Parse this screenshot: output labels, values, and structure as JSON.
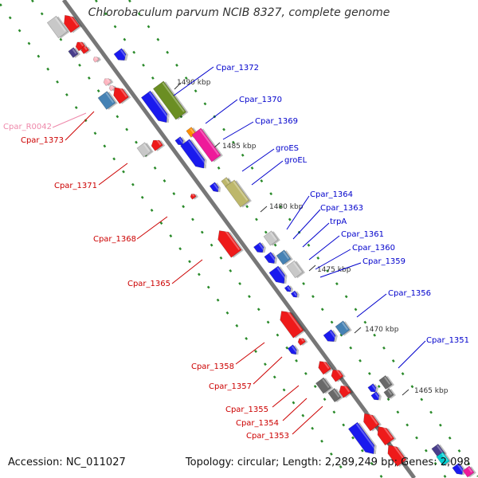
{
  "title": "Chlorobaculum parvum NCIB 8327, complete genome",
  "accession": "Accession: NC_011027",
  "summary": "Topology: circular; Length: 2,289,249 bp; Genes: 2,098",
  "scale_labels": [
    "1490 kbp",
    "1485 kbp",
    "1480 kbp",
    "1475 kbp",
    "1470 kbp",
    "1465 kbp"
  ],
  "forward_genes": [
    "Cpar_1372",
    "Cpar_1370",
    "Cpar_1369",
    "groES",
    "groEL",
    "Cpar_1364",
    "Cpar_1363",
    "trpA",
    "Cpar_1361",
    "Cpar_1360",
    "Cpar_1359",
    "Cpar_1356",
    "Cpar_1351"
  ],
  "reverse_genes": [
    "Cpar_R0042",
    "Cpar_1373",
    "Cpar_1371",
    "Cpar_1368",
    "Cpar_1365",
    "Cpar_1358",
    "Cpar_1357",
    "Cpar_1355",
    "Cpar_1354",
    "Cpar_1353"
  ],
  "colors": {
    "forward_label": "#0000cc",
    "reverse_label": "#cc0000",
    "rna_label": "#ee88aa",
    "backbone": "#888888",
    "dots": "#2a8a2a",
    "forward_gene": "#1a1aee",
    "reverse_gene": "#ee1a1a",
    "gray_gene": "#c8c8c8",
    "olive_gene": "#6b8e23",
    "magenta_gene": "#ee1a9a",
    "steel_gene": "#4682b4",
    "khaki_gene": "#bdb76b",
    "pink_gene": "#ffb6c1",
    "darkslate_gene": "#483d8b",
    "darkgray_gene": "#696969",
    "orange_gene": "#ff8c00",
    "cyan_gene": "#00ced1"
  }
}
